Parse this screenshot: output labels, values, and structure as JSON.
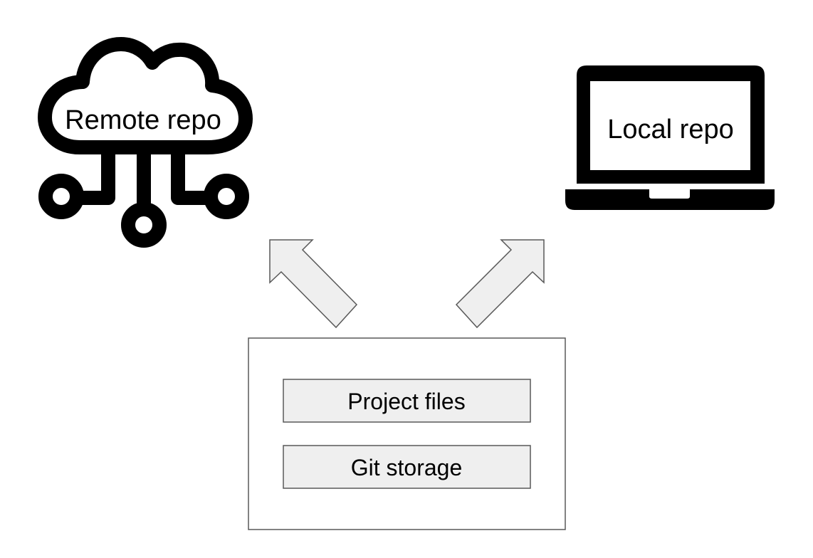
{
  "diagram": {
    "nodes": {
      "remote": {
        "label": "Remote repo",
        "icon": "cloud-network-icon"
      },
      "local": {
        "label": "Local repo",
        "icon": "laptop-icon"
      },
      "repository": {
        "items": [
          {
            "label": "Project files"
          },
          {
            "label": "Git storage"
          }
        ]
      }
    },
    "edges": [
      {
        "from": "repository",
        "to": "remote",
        "icon": "arrow-up-left-icon"
      },
      {
        "from": "repository",
        "to": "local",
        "icon": "arrow-up-right-icon"
      }
    ],
    "colors": {
      "icon_stroke": "#000000",
      "arrow_fill": "#efefef",
      "box_fill": "#efefef",
      "border": "#595959",
      "background": "#ffffff"
    }
  }
}
